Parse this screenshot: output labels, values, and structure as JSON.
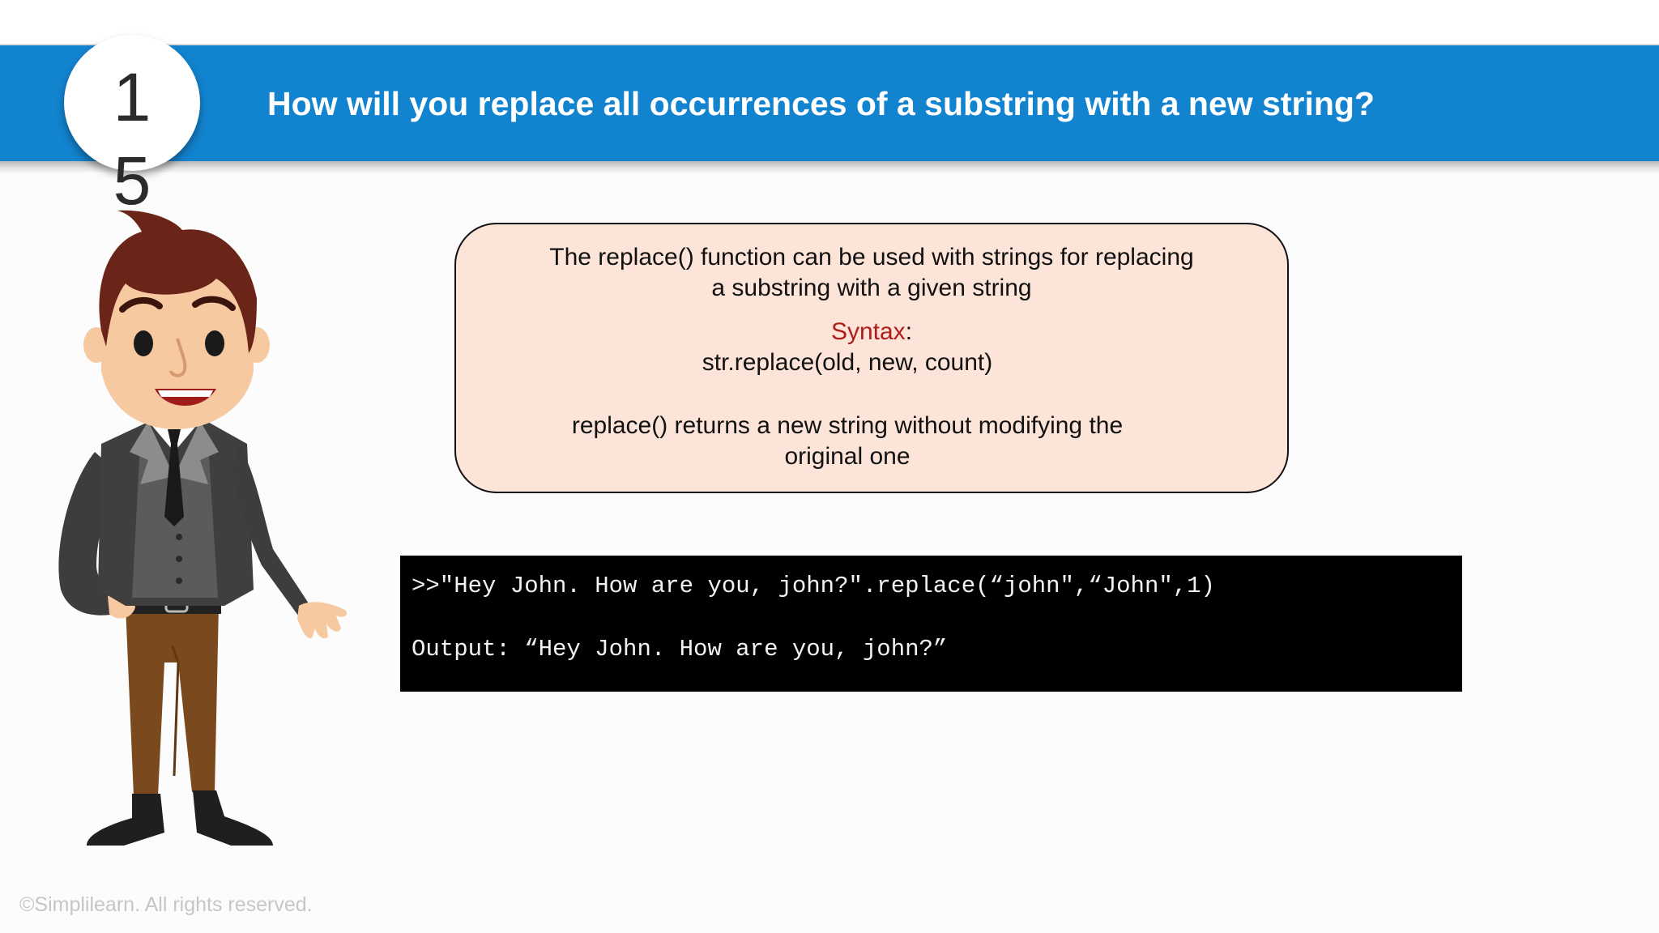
{
  "header": {
    "slide_number_digit_1": "1",
    "slide_number_digit_2": "5",
    "title": "How will you replace all occurrences of a substring with a new string?"
  },
  "info_box": {
    "description_line_1": "The replace() function can be used with strings for replacing",
    "description_line_2": "a substring with a given string",
    "syntax_label": "Syntax",
    "syntax_colon": ":",
    "syntax_code": "str.replace(old, new, count)",
    "note_line_1": "replace() returns a new string without modifying the",
    "note_line_2": "original one"
  },
  "code_example": {
    "input_line": ">>\"Hey John. How are you, john?\".replace(“john\",“John\",1)",
    "output_line": "Output: “Hey John. How are you, john?”"
  },
  "footer": {
    "copyright": "©Simplilearn. All rights reserved."
  },
  "colors": {
    "header_blue": "#1283cf",
    "info_box_fill": "#fce4d8",
    "syntax_red": "#b31b1b",
    "code_background": "#000000"
  },
  "illustration": "cartoon-businessman-presenting"
}
